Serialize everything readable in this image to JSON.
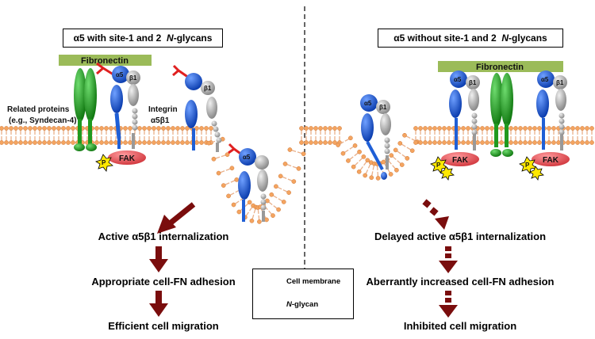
{
  "left": {
    "title": "α5 with site-1 and 2",
    "title_italic": "N",
    "title_tail": "-glycans",
    "fibronectin_label": "Fibronectin",
    "related_proteins_line1": "Related proteins",
    "related_proteins_line2": "(e.g., Syndecan-4)",
    "integrin_line1": "Integrin",
    "integrin_line2": "α5β1",
    "fak_label": "FAK",
    "p_label": "P",
    "alpha5": "α5",
    "beta1": "β1",
    "outcomes": [
      "Active α5β1 internalization",
      "Appropriate cell-FN adhesion",
      "Efficient cell migration"
    ]
  },
  "right": {
    "title": "α5 without site-1 and 2",
    "title_italic": "N",
    "title_tail": "-glycans",
    "fibronectin_label": "Fibronectin",
    "fak_label": "FAK",
    "p_label": "P",
    "alpha5": "α5",
    "beta1": "β1",
    "outcomes": [
      "Delayed active α5β1 internalization",
      "Aberrantly increased cell-FN adhesion",
      "Inhibited cell migration"
    ]
  },
  "legend": {
    "membrane_label": "Cell membrane",
    "glycan_italic": "N",
    "glycan_tail": "-glycan"
  },
  "colors": {
    "fibronectin": "#9bbb59",
    "alpha5": "#1f5fd6",
    "beta1": "#b7b7b7",
    "syndecan": "#2ea12e",
    "fak": "#e8575c",
    "glycan": "#e02020",
    "arrow": "#7a0d0d",
    "membrane_head": "#f4a460",
    "membrane_tail": "#e9b08a"
  }
}
